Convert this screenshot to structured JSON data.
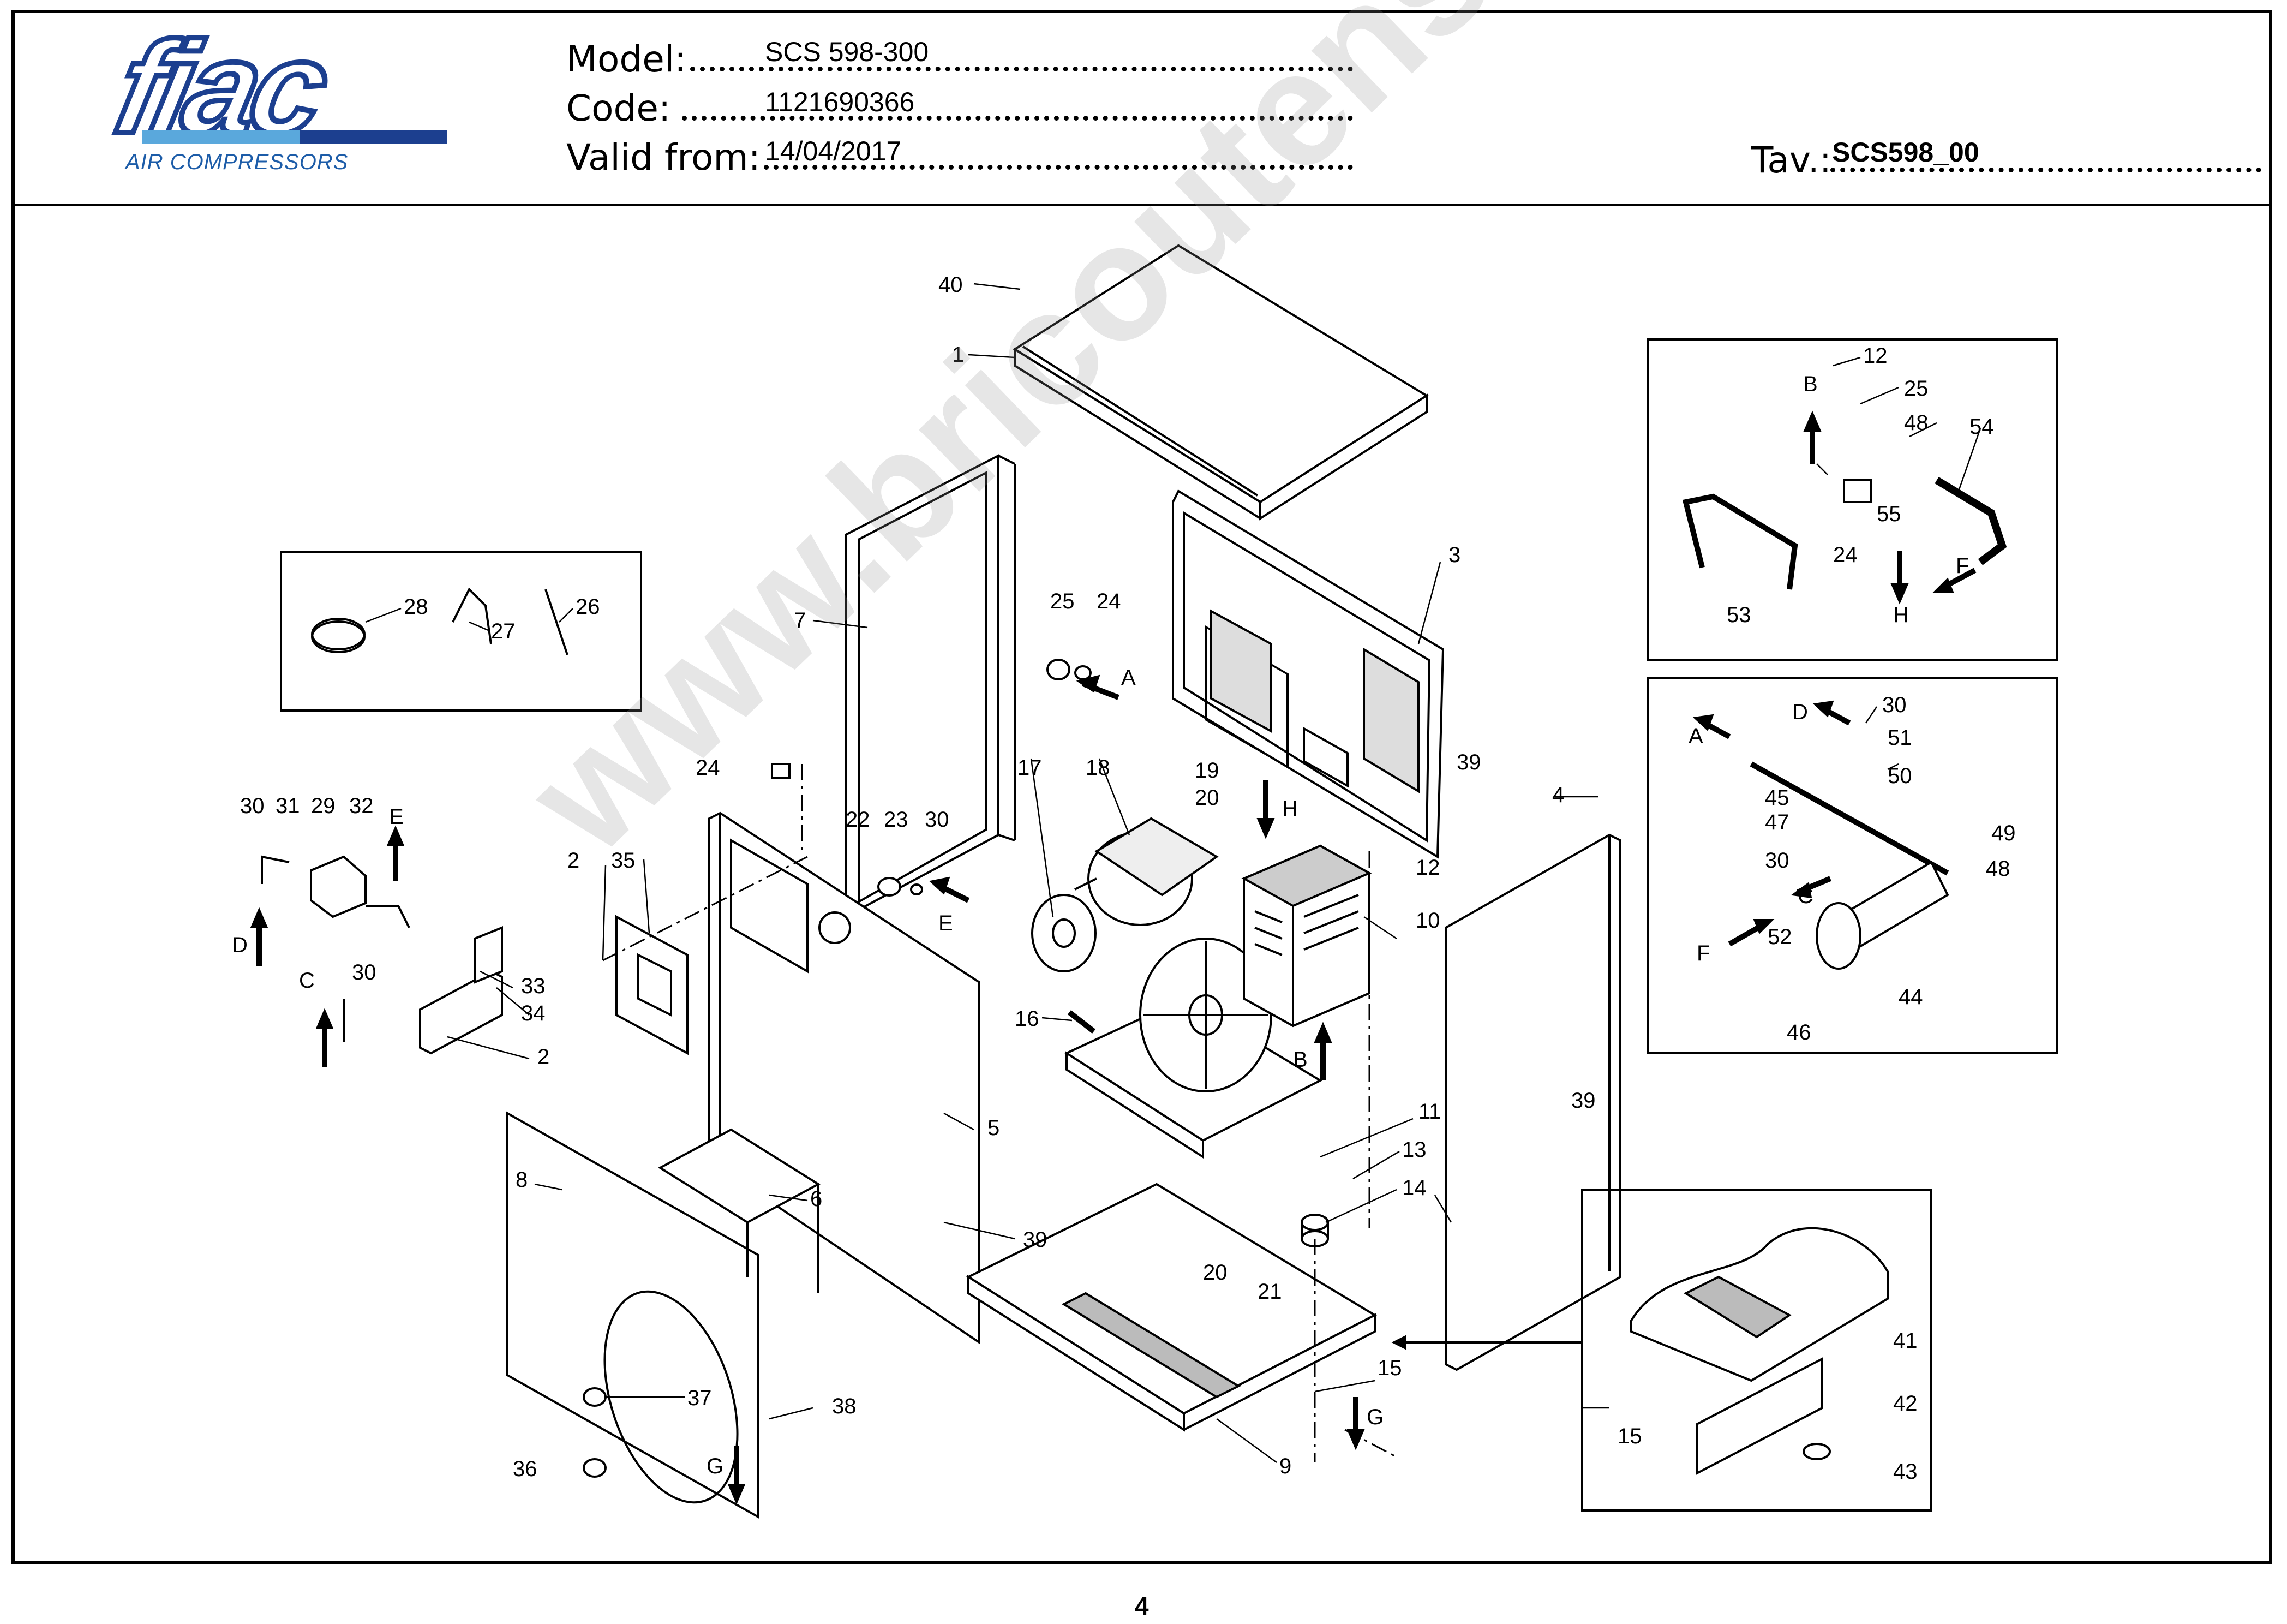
{
  "header": {
    "brand": "fiac",
    "brand_tagline": "AIR COMPRESSORS",
    "model_label": "Model:",
    "model_value": "SCS 598-300",
    "code_label": "Code:",
    "code_value": "1121690366",
    "valid_label": "Valid from:",
    "valid_value": "14/04/2017",
    "tav_label": "Tav.:",
    "tav_value": "SCS598_00"
  },
  "colors": {
    "brand_blue": "#1c3f8f",
    "brand_light_blue": "#5aa8dc",
    "line": "#000000"
  },
  "callouts": {
    "c1": "1",
    "c2": "2",
    "c3": "3",
    "c4": "4",
    "c5": "5",
    "c6": "6",
    "c7": "7",
    "c8": "8",
    "c9": "9",
    "c10": "10",
    "c11": "11",
    "c12": "12",
    "c13": "13",
    "c14": "14",
    "c15": "15",
    "c16": "16",
    "c17": "17",
    "c18": "18",
    "c19": "19",
    "c20": "20",
    "c21": "21",
    "c22": "22",
    "c23": "23",
    "c24": "24",
    "c25": "25",
    "c26": "26",
    "c27": "27",
    "c28": "28",
    "c29": "29",
    "c30": "30",
    "c31": "31",
    "c32": "32",
    "c33": "33",
    "c34": "34",
    "c35": "35",
    "c36": "36",
    "c37": "37",
    "c38": "38",
    "c39": "39",
    "c40": "40",
    "c41": "41",
    "c42": "42",
    "c43": "43",
    "c44": "44",
    "c45": "45",
    "c46": "46",
    "c47": "47",
    "c48": "48",
    "c49": "49",
    "c50": "50",
    "c51": "51",
    "c52": "52",
    "c53": "53",
    "c54": "54",
    "c55": "55"
  },
  "arrows": {
    "A": "A",
    "B": "B",
    "C": "C",
    "D": "D",
    "E": "E",
    "F": "F",
    "G": "G",
    "H": "H"
  },
  "watermark": "www.bricoutensili.com",
  "page_number": "4"
}
